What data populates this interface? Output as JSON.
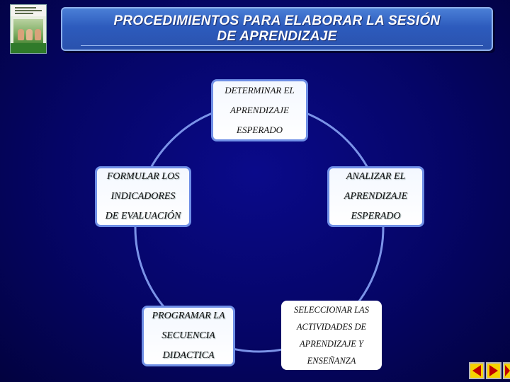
{
  "header": {
    "title_line1": "PROCEDIMIENTOS PARA ELABORAR LA SESIÓN",
    "title_line2": "DE APRENDIZAJE"
  },
  "diagram": {
    "nodes": [
      {
        "id": "determinar",
        "lines": [
          "DETERMINAR EL",
          "APRENDIZAJE",
          "ESPERADO"
        ]
      },
      {
        "id": "analizar",
        "lines": [
          "ANALIZAR EL",
          "APRENDIZAJE",
          "ESPERADO"
        ]
      },
      {
        "id": "seleccionar",
        "lines": [
          "SELECCIONAR LAS",
          "ACTIVIDADES DE",
          "APRENDIZAJE Y",
          "ENSEÑANZA"
        ]
      },
      {
        "id": "programar",
        "lines": [
          "PROGRAMAR LA",
          "SECUENCIA",
          "DIDACTICA"
        ]
      },
      {
        "id": "formular",
        "lines": [
          "FORMULAR LOS",
          "INDICADORES",
          "DE EVALUACIÓN"
        ]
      }
    ],
    "colors": {
      "ring": "#7b93e8",
      "node_border": "#6f8fe6",
      "background": "#050566"
    }
  },
  "nav": {
    "icons": [
      "arrow-left-icon",
      "arrow-right-icon",
      "arrow-right-icon"
    ]
  }
}
